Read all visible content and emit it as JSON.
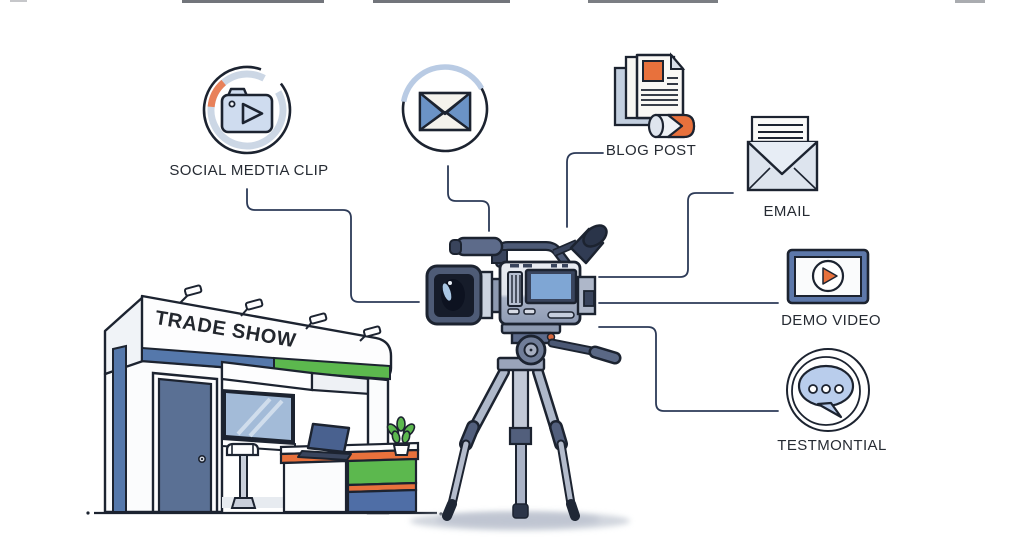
{
  "figure": {
    "type": "illustrated-diagram",
    "topic": "Trade show footage repurposed into multiple content formats",
    "booth": {
      "sign_label": "TRADE SHOW"
    },
    "hub": {
      "name": "video camera on tripod"
    },
    "nodes": [
      {
        "id": "social-media-clip",
        "label": "SOCIAL MEDTIA CLIP",
        "icon": "camera-play-circle-icon"
      },
      {
        "id": "message-circle",
        "icon": "envelope-circle-icon"
      },
      {
        "id": "blog-post",
        "label": "BLOG POST",
        "icon": "document-stack-icon"
      },
      {
        "id": "email",
        "label": "EMAIL",
        "icon": "open-envelope-icon"
      },
      {
        "id": "demo-video",
        "label": "DEMO VIDEO",
        "icon": "video-player-icon"
      },
      {
        "id": "testimonial",
        "label": "TESTMONTIAL",
        "icon": "speech-bubble-icon"
      }
    ],
    "colors": {
      "outline": "#1c2330",
      "connector": "#2c3a57",
      "accent_orange": "#e8713c",
      "accent_green": "#5cb84e",
      "accent_blue": "#5578ab",
      "panel_blue": "#4f6ea6",
      "light_blue": "#ccd7e5",
      "screen_blue": "#7fa6d4",
      "bubble_blue": "#b9cdec"
    }
  }
}
